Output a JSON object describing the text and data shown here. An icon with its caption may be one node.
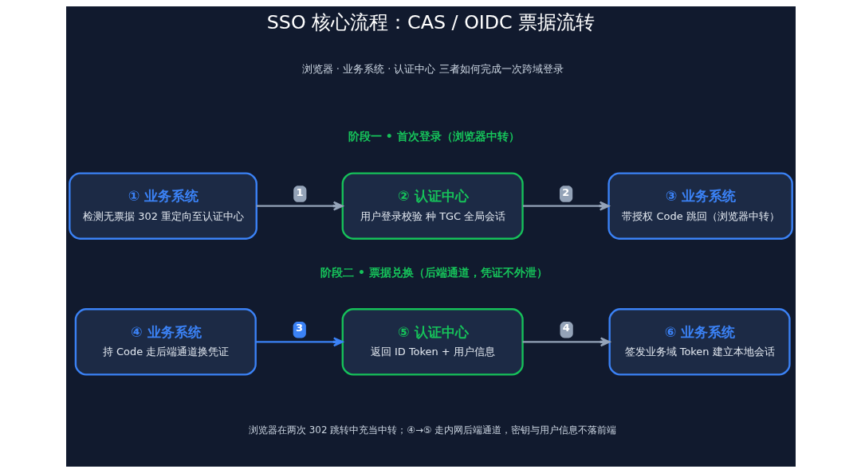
{
  "diagram": {
    "title": "SSO 核心流程：CAS / OIDC 票据流转",
    "nodes": [
      {
        "text": [
          "① 业务系统",
          "检测无票据 302 重定向至认证中心"
        ]
      },
      {
        "text": [
          "② 认证中心",
          "用户登录校验 种 TGC 全局会话"
        ]
      },
      {
        "text": [
          "③ 业务系统",
          "带授权 Code 跳回（浏览器中转）"
        ]
      },
      {
        "text": [
          "④ 业务系统",
          "持 Code 走后端通道换凭证"
        ]
      },
      {
        "text": [
          "⑤ 认证中心",
          "返回 ID Token + 用户信息"
        ]
      },
      {
        "text": [
          "⑥ 业务系统",
          "签发业务域 Token 建立本地会话"
        ]
      }
    ],
    "edges": [
      {
        "from": 0,
        "to": 1,
        "arrow": "to",
        "label": "1"
      },
      {
        "from": 1,
        "to": 2,
        "arrow": "to",
        "label": "2"
      },
      {
        "from": 3,
        "to": 4,
        "arrow": "to",
        "label": "3",
        "color": "#3b82f6"
      },
      {
        "from": 4,
        "to": 5,
        "arrow": "to",
        "label": "4"
      }
    ],
    "labels": [
      "浏览器 · 业务系统 · 认证中心 三者如何完成一次跨域登录",
      "阶段一 • 首次登录（浏览器中转）",
      "阶段二 • 票据兑换（后端通道，凭证不外泄）",
      "浏览器在两次 302 跳转中充当中转；④→⑤ 走内网后端通道，密钥与用户信息不落前端"
    ]
  }
}
